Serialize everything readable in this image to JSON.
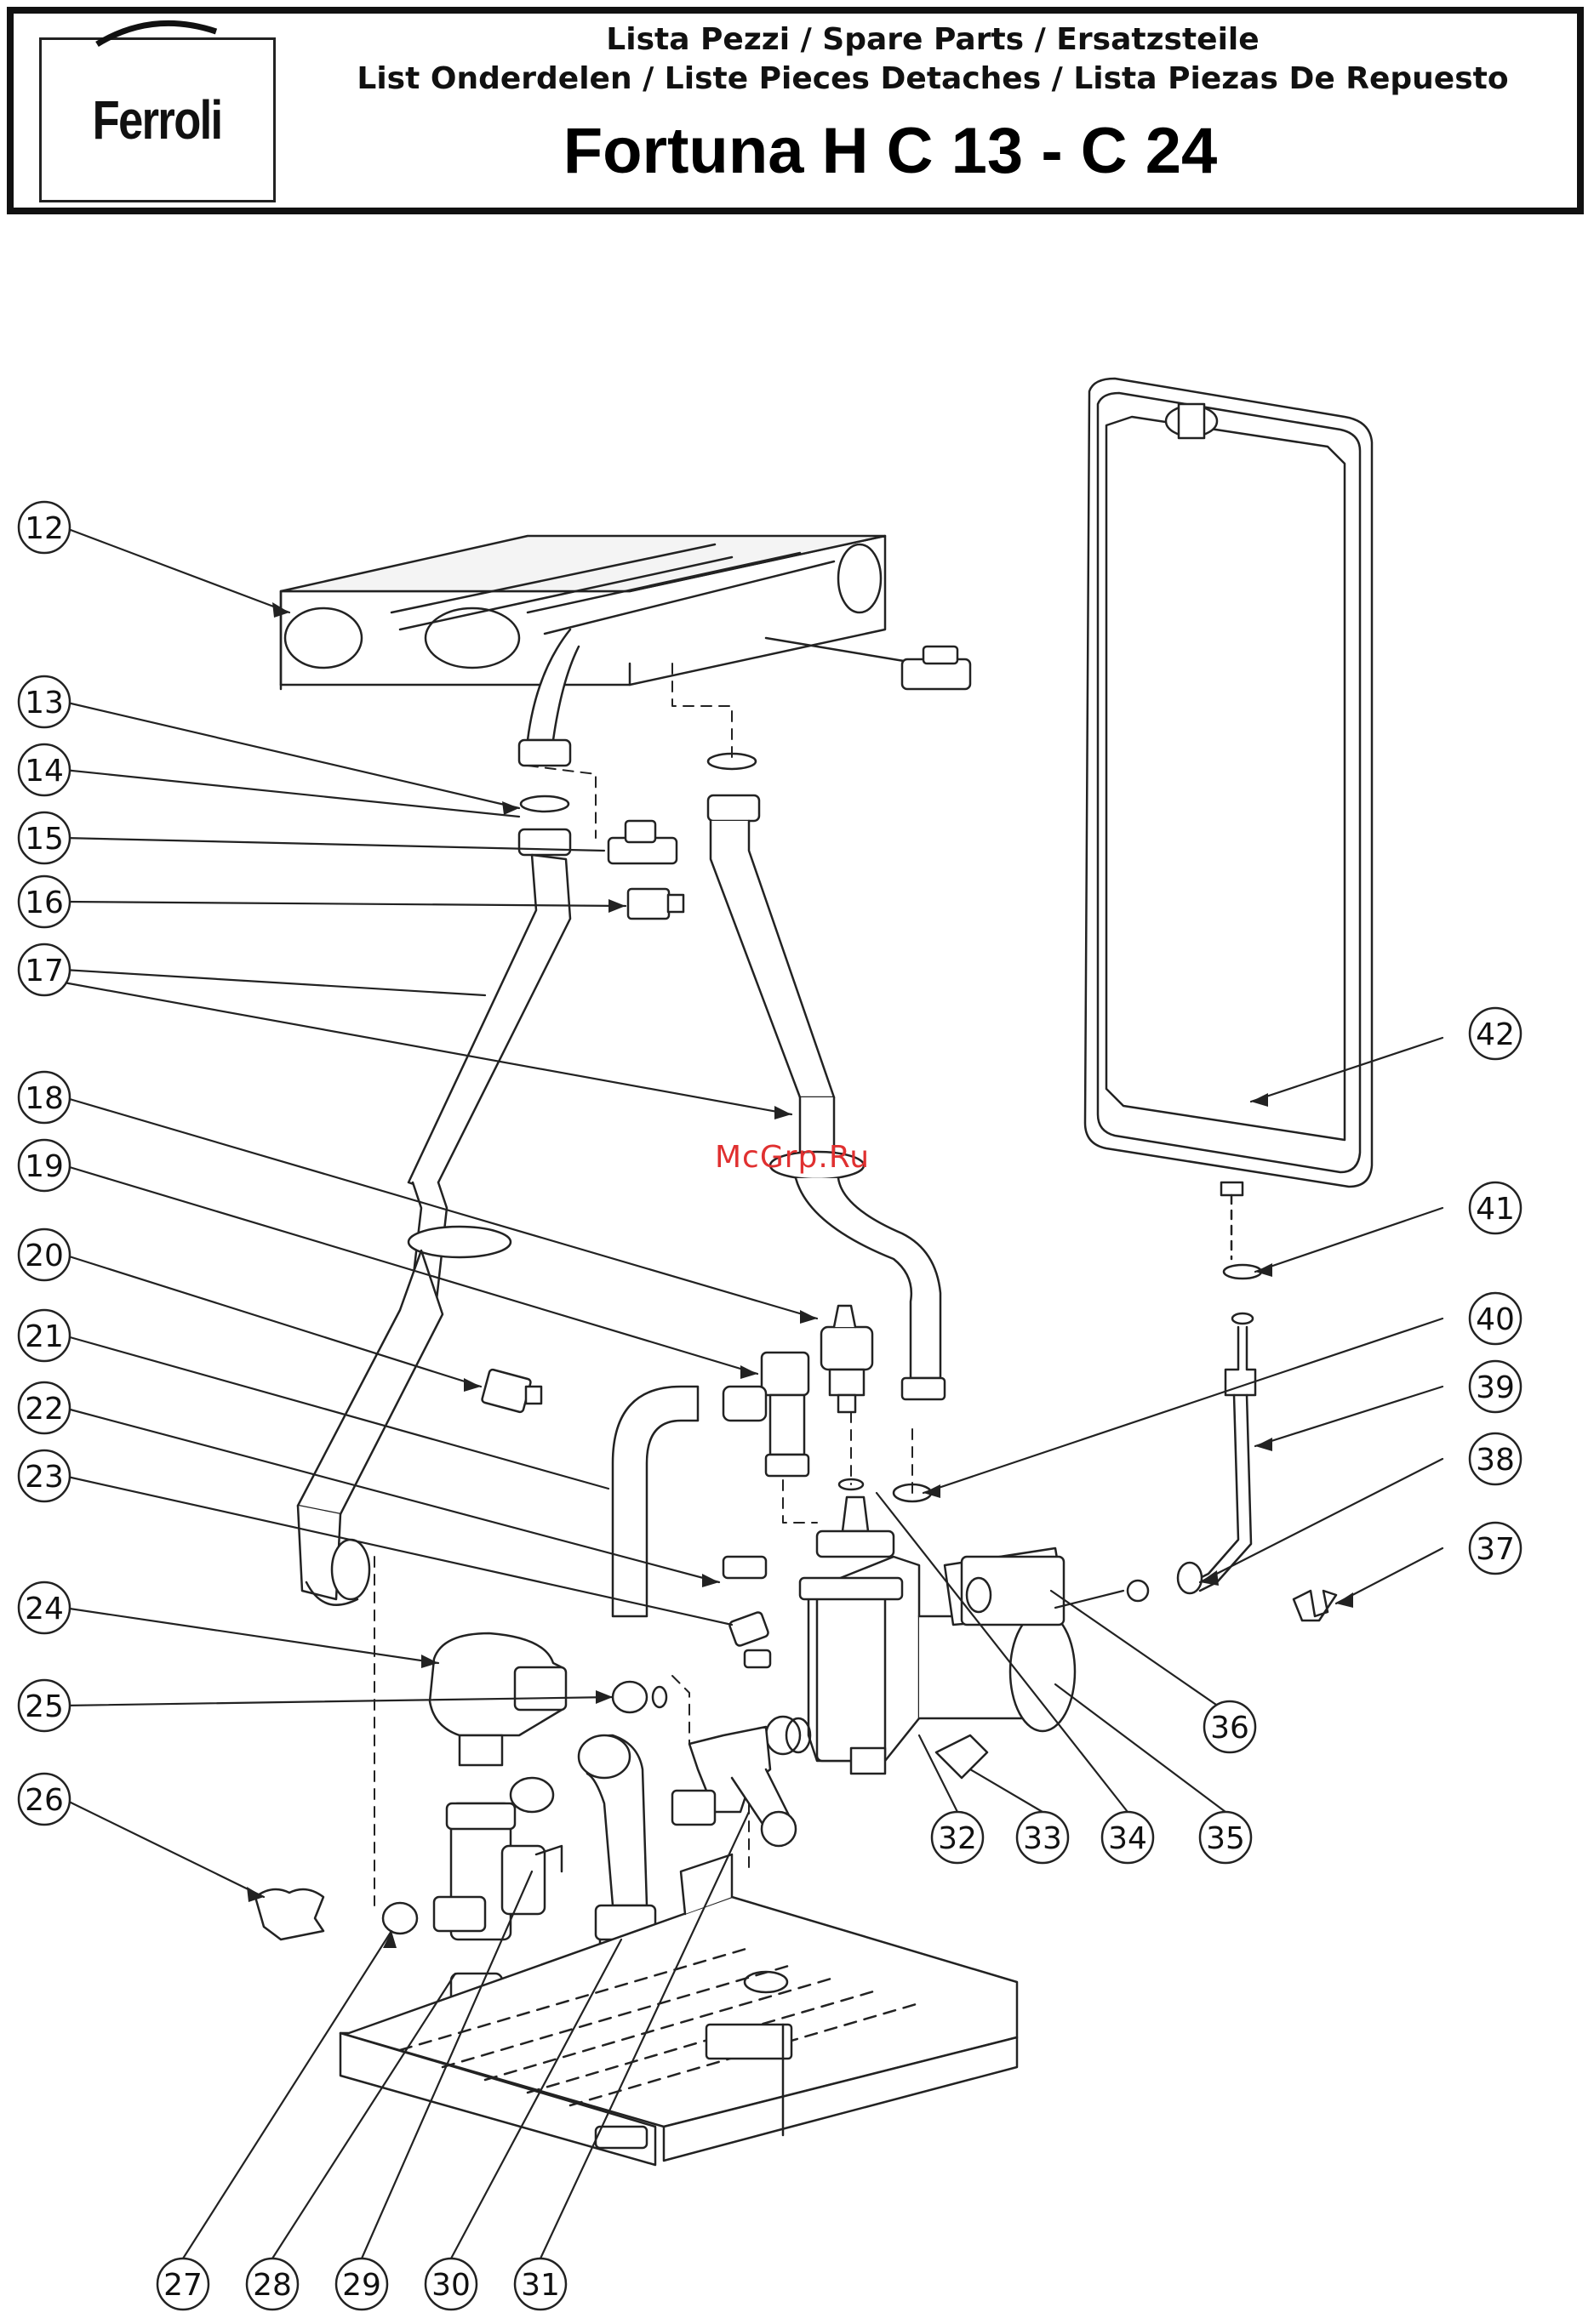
{
  "header": {
    "logo_text": "Ferroli",
    "line1": "Lista Pezzi / Spare Parts / Ersatzsteile",
    "line2": "List Onderdelen / Liste Pieces Detaches / Lista Piezas De Repuesto",
    "title": "Fortuna H C 13 - C 24"
  },
  "watermark": "McGrp.Ru",
  "callouts": [
    "12",
    "13",
    "14",
    "15",
    "16",
    "17",
    "18",
    "19",
    "20",
    "21",
    "22",
    "23",
    "24",
    "25",
    "26",
    "27",
    "28",
    "29",
    "30",
    "31",
    "32",
    "33",
    "34",
    "35",
    "36",
    "37",
    "38",
    "39",
    "40",
    "41",
    "42"
  ],
  "colors": {
    "ink": "#111111",
    "watermark": "#e03030"
  }
}
